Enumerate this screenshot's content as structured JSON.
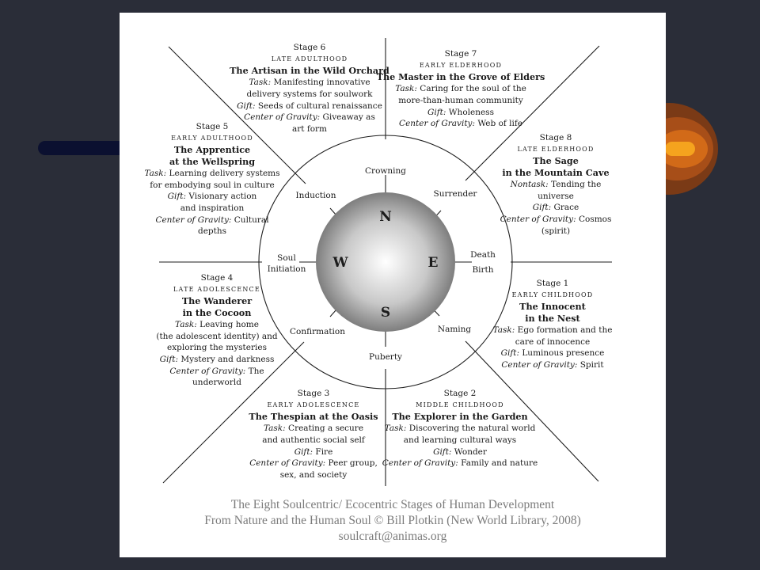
{
  "diagram": {
    "stages": [
      {
        "id": "s1",
        "stage": "Stage 1",
        "period": "Early Childhood",
        "title_lines": [
          "The Innocent",
          "in the Nest"
        ],
        "desc": [
          {
            "label": "Task:",
            "text": " Ego formation and the"
          },
          {
            "label": "",
            "text": "care of innocence"
          },
          {
            "label": "Gift:",
            "text": " Luminous presence"
          },
          {
            "label": "Center of Gravity:",
            "text": " Spirit"
          }
        ]
      },
      {
        "id": "s2",
        "stage": "Stage 2",
        "period": "Middle Childhood",
        "title_lines": [
          "The Explorer in the Garden"
        ],
        "desc": [
          {
            "label": "Task:",
            "text": " Discovering the natural world"
          },
          {
            "label": "",
            "text": "and learning cultural ways"
          },
          {
            "label": "Gift:",
            "text": " Wonder"
          },
          {
            "label": "Center of Gravity:",
            "text": " Family and nature"
          }
        ]
      },
      {
        "id": "s3",
        "stage": "Stage 3",
        "period": "Early Adolescence",
        "title_lines": [
          "The Thespian at the Oasis"
        ],
        "desc": [
          {
            "label": "Task:",
            "text": " Creating a secure"
          },
          {
            "label": "",
            "text": "and authentic social self"
          },
          {
            "label": "Gift:",
            "text": " Fire"
          },
          {
            "label": "Center of Gravity:",
            "text": " Peer group,"
          },
          {
            "label": "",
            "text": "sex, and society"
          }
        ]
      },
      {
        "id": "s4",
        "stage": "Stage 4",
        "period": "Late Adolescence",
        "title_lines": [
          "The Wanderer",
          "in the Cocoon"
        ],
        "desc": [
          {
            "label": "Task:",
            "text": " Leaving home"
          },
          {
            "label": "",
            "text": "(the adolescent identity) and"
          },
          {
            "label": "",
            "text": "exploring the mysteries"
          },
          {
            "label": "Gift:",
            "text": " Mystery and darkness"
          },
          {
            "label": "Center of Gravity:",
            "text": " The"
          },
          {
            "label": "",
            "text": "underworld"
          }
        ]
      },
      {
        "id": "s5",
        "stage": "Stage 5",
        "period": "Early Adulthood",
        "title_lines": [
          "The Apprentice",
          "at the Wellspring"
        ],
        "desc": [
          {
            "label": "Task:",
            "text": " Learning delivery systems"
          },
          {
            "label": "",
            "text": "for embodying soul in culture"
          },
          {
            "label": "Gift:",
            "text": " Visionary action"
          },
          {
            "label": "",
            "text": "and inspiration"
          },
          {
            "label": "Center of Gravity:",
            "text": " Cultural"
          },
          {
            "label": "",
            "text": "depths"
          }
        ]
      },
      {
        "id": "s6",
        "stage": "Stage 6",
        "period": "Late Adulthood",
        "title_lines": [
          "The Artisan in the Wild Orchard"
        ],
        "desc": [
          {
            "label": "Task:",
            "text": " Manifesting innovative"
          },
          {
            "label": "",
            "text": "delivery systems for soulwork"
          },
          {
            "label": "Gift:",
            "text": " Seeds of cultural renaissance"
          },
          {
            "label": "Center of Gravity:",
            "text": " Giveaway as"
          },
          {
            "label": "",
            "text": "art form"
          }
        ]
      },
      {
        "id": "s7",
        "stage": "Stage 7",
        "period": "Early Elderhood",
        "title_lines": [
          "The Master in the Grove of Elders"
        ],
        "desc": [
          {
            "label": "Task:",
            "text": " Caring for the soul of the"
          },
          {
            "label": "",
            "text": "more-than-human community"
          },
          {
            "label": "Gift:",
            "text": " Wholeness"
          },
          {
            "label": "Center of Gravity:",
            "text": " Web of life"
          }
        ]
      },
      {
        "id": "s8",
        "stage": "Stage 8",
        "period": "Late Elderhood",
        "title_lines": [
          "The Sage",
          "in the Mountain Cave"
        ],
        "desc": [
          {
            "label": "Nontask:",
            "text": " Tending the"
          },
          {
            "label": "",
            "text": "universe"
          },
          {
            "label": "Gift:",
            "text": " Grace"
          },
          {
            "label": "Center of Gravity:",
            "text": " Cosmos"
          },
          {
            "label": "",
            "text": "(spirit)"
          }
        ]
      }
    ],
    "passages": {
      "crowning": "Crowning",
      "surrender": "Surrender",
      "death": "Death",
      "birth": "Birth",
      "naming": "Naming",
      "puberty": "Puberty",
      "confirmation": "Confirmation",
      "soul_initiation": [
        "Soul",
        "Initiation"
      ],
      "induction": "Induction"
    },
    "directions": {
      "n": "N",
      "e": "E",
      "s": "S",
      "w": "W"
    }
  },
  "caption": {
    "line1": "The Eight Soulcentric/ Ecocentric Stages of Human Development",
    "line2": "From Nature and the Human Soul © Bill Plotkin (New World Library, 2008)",
    "line3": "soulcraft@animas.org"
  },
  "colors": {
    "background": "#2a2d38",
    "card": "#ffffff",
    "deco_bar": "#0b1030",
    "flame_outer": "#7a3a16",
    "flame_inner": "#f5a31e",
    "caption": "#7b7b7b"
  }
}
